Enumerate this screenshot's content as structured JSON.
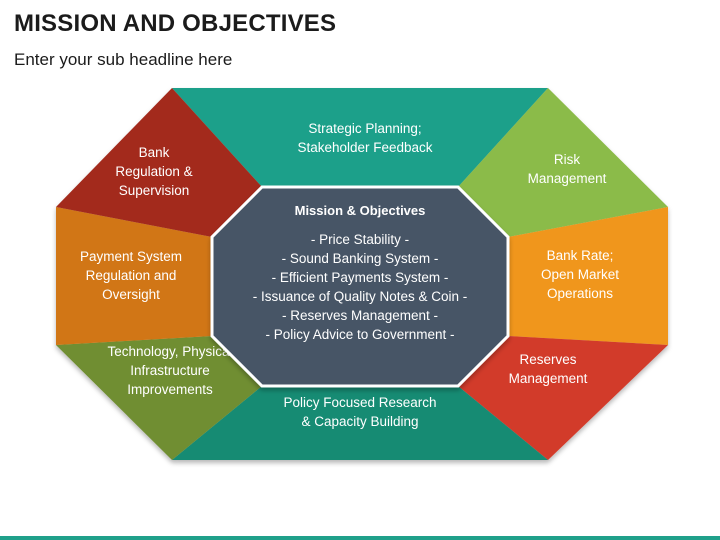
{
  "header": {
    "title": "MISSION AND OBJECTIVES",
    "subtitle": "Enter your sub headline here"
  },
  "center": {
    "title": "Mission & Objectives",
    "items": [
      "- Price Stability -",
      "- Sound Banking System -",
      "- Efficient Payments System -",
      "- Issuance of Quality Notes & Coin -",
      "- Reserves Management -",
      "- Policy Advice to Government -"
    ]
  },
  "segments": [
    {
      "id": "strategic-planning",
      "lines": [
        "Strategic Planning;",
        "Stakeholder Feedback"
      ],
      "color": "#1fa08a"
    },
    {
      "id": "risk-management",
      "lines": [
        "Risk",
        "Management"
      ],
      "color": "#8bbb48"
    },
    {
      "id": "bank-rate",
      "lines": [
        "Bank Rate;",
        "Open Market",
        "Operations"
      ],
      "color": "#f0961f"
    },
    {
      "id": "reserves-management",
      "lines": [
        "Reserves",
        "Management"
      ],
      "color": "#d23a2a"
    },
    {
      "id": "policy-research",
      "lines": [
        "Policy Focused Research",
        "& Capacity Building"
      ],
      "color": "#168b73"
    },
    {
      "id": "technology",
      "lines": [
        "Technology, Physical",
        "Infrastructure",
        "Improvements"
      ],
      "color": "#6f8e31"
    },
    {
      "id": "payment-system",
      "lines": [
        "Payment System",
        "Regulation and",
        "Oversight"
      ],
      "color": "#d17612"
    },
    {
      "id": "bank-regulation",
      "lines": [
        "Bank",
        "Regulation &",
        "Supervision"
      ],
      "color": "#a32c1f"
    }
  ],
  "colors": {
    "center_fill": "#475566",
    "center_border": "#ffffff",
    "accent_bar": "#1fa08a"
  }
}
